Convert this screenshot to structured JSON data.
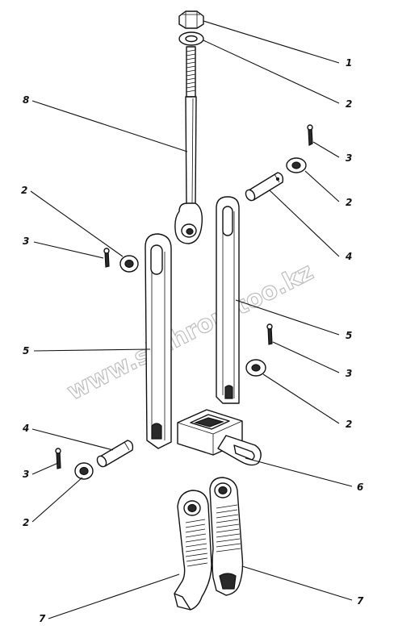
{
  "watermark": "www.sinhron-too.kz",
  "callouts": [
    {
      "id": "1a",
      "text": "1"
    },
    {
      "id": "2a",
      "text": "2"
    },
    {
      "id": "8",
      "text": "8"
    },
    {
      "id": "3a",
      "text": "3"
    },
    {
      "id": "2b",
      "text": "2"
    },
    {
      "id": "2c",
      "text": "2"
    },
    {
      "id": "3b",
      "text": "3"
    },
    {
      "id": "4a",
      "text": "4"
    },
    {
      "id": "5a",
      "text": "5"
    },
    {
      "id": "5b",
      "text": "5"
    },
    {
      "id": "3c",
      "text": "3"
    },
    {
      "id": "2d",
      "text": "2"
    },
    {
      "id": "4b",
      "text": "4"
    },
    {
      "id": "3d",
      "text": "3"
    },
    {
      "id": "2e",
      "text": "2"
    },
    {
      "id": "6",
      "text": "6"
    },
    {
      "id": "7a",
      "text": "7"
    },
    {
      "id": "7b",
      "text": "7"
    }
  ]
}
